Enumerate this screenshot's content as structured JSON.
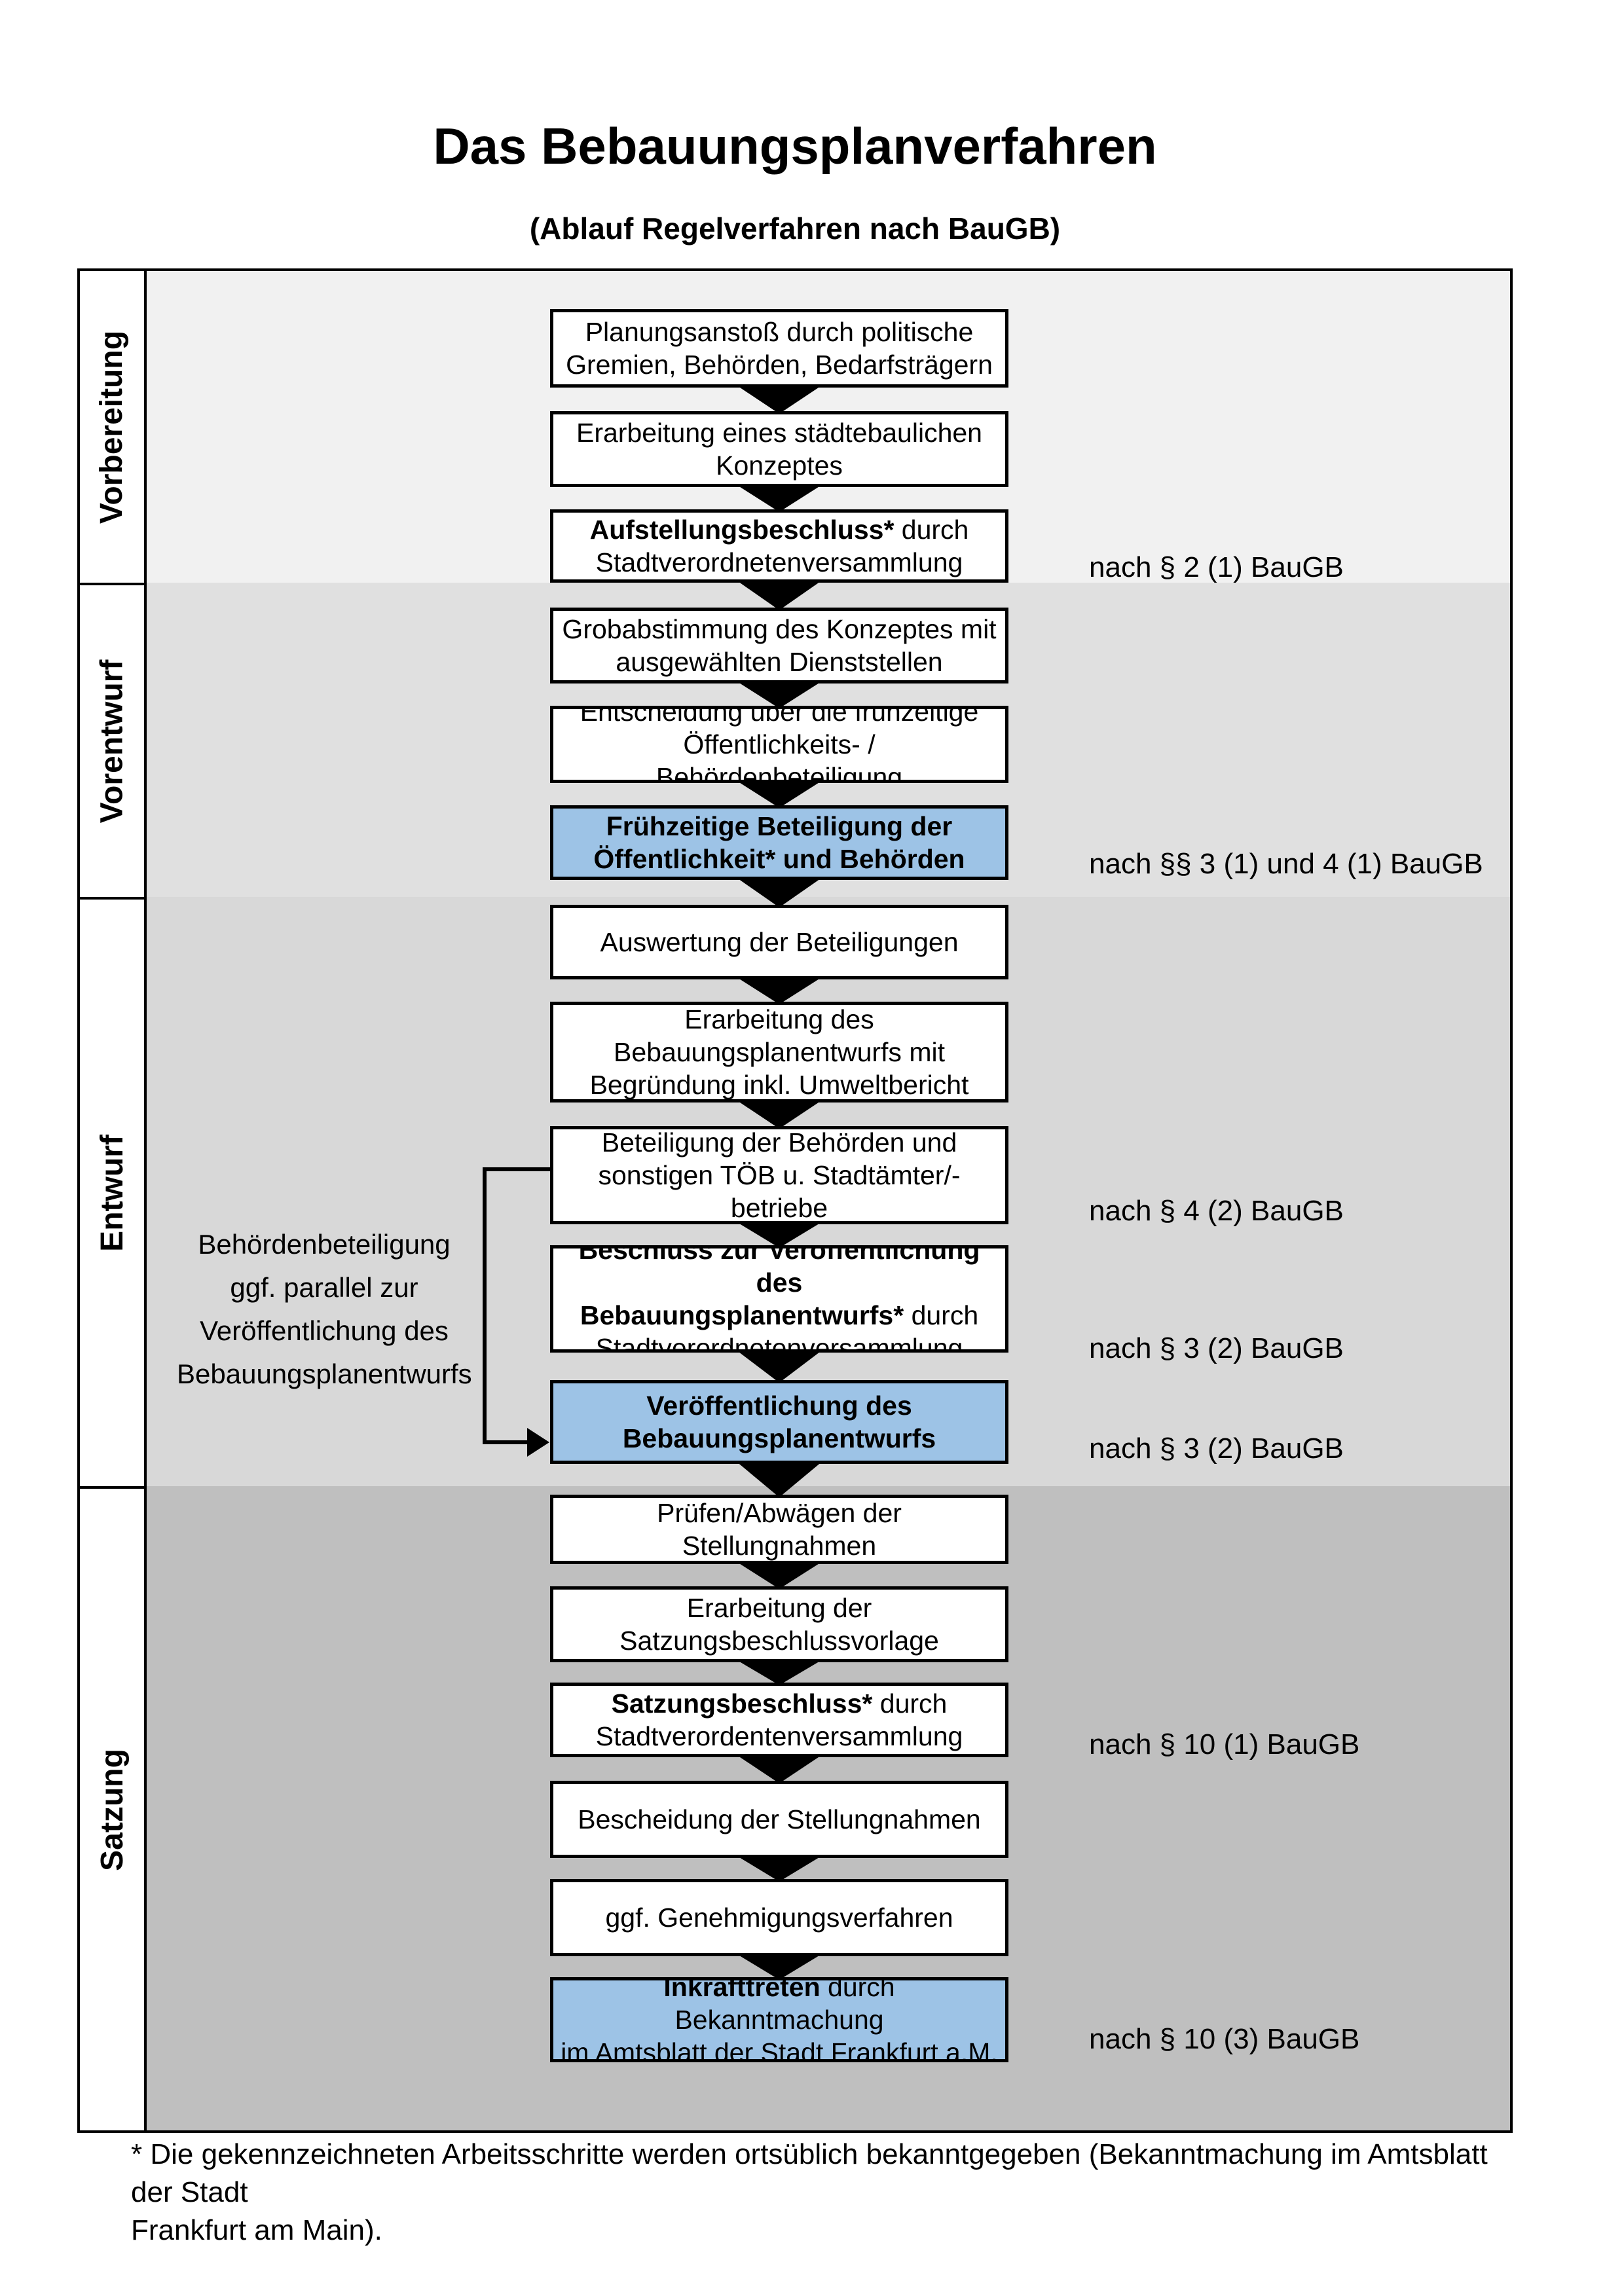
{
  "title": "Das Bebauungsplanverfahren",
  "subtitle": "(Ablauf Regelverfahren nach BauGB)",
  "phases": [
    {
      "label": "Vorbereitung",
      "fill": "#F1F1F1"
    },
    {
      "label": "Vorentwurf",
      "fill": "#E0E0E0"
    },
    {
      "label": "Entwurf",
      "fill": "#D8D8D8"
    },
    {
      "label": "Satzung",
      "fill": "#BFBFBF"
    }
  ],
  "boxes": [
    {
      "bold": "",
      "text": "Planungsanstoß durch politische\nGremien, Behörden, Bedarfsträgern",
      "highlighted": false
    },
    {
      "bold": "",
      "text": "Erarbeitung eines städtebaulichen\nKonzeptes",
      "highlighted": false
    },
    {
      "bold": "Aufstellungsbeschluss*",
      "text": " durch\nStadtverordnetenversammlung",
      "highlighted": false
    },
    {
      "bold": "",
      "text": "Grobabstimmung des Konzeptes mit\nausgewählten Dienststellen",
      "highlighted": false
    },
    {
      "bold": "",
      "text": "Entscheidung über die frühzeitige\nÖffentlichkeits- / Behördenbeteiligung",
      "highlighted": false
    },
    {
      "bold": "Frühzeitige Beteiligung der\nÖffentlichkeit* und Behörden",
      "text": "",
      "highlighted": true
    },
    {
      "bold": "",
      "text": "Auswertung der Beteiligungen",
      "highlighted": false
    },
    {
      "bold": "",
      "text": "Erarbeitung des\nBebauungsplanentwurfs mit\nBegründung inkl. Umweltbericht",
      "highlighted": false
    },
    {
      "bold": "",
      "text": "Beteiligung der Behörden und\nsonstigen TÖB u. Stadtämter/-betriebe",
      "highlighted": false
    },
    {
      "bold": "Beschluss zur Veröffentlichung des\nBebauungsplanentwurfs*",
      "text": " durch\nStadtverordnetenversammlung",
      "highlighted": false
    },
    {
      "bold": "Veröffentlichung des\nBebauungsplanentwurfs",
      "text": "",
      "highlighted": true
    },
    {
      "bold": "",
      "text": "Prüfen/Abwägen der Stellungnahmen",
      "highlighted": false
    },
    {
      "bold": "",
      "text": "Erarbeitung der\nSatzungsbeschlussvorlage",
      "highlighted": false
    },
    {
      "bold": "Satzungsbeschluss*",
      "text": " durch\nStadtverordentenversammlung",
      "highlighted": false
    },
    {
      "bold": "",
      "text": "Bescheidung der Stellungnahmen",
      "highlighted": false
    },
    {
      "bold": "",
      "text": "ggf. Genehmigungsverfahren",
      "highlighted": false
    },
    {
      "bold": "Inkrafttreten",
      "text": " durch Bekanntmachung\nim Amtsblatt der Stadt Frankfurt a.M.",
      "highlighted": true
    }
  ],
  "side_note": "Behördenbeteiligung\nggf. parallel zur\nVeröffentlichung des\nBebauungsplanentwurfs",
  "legal_refs": [
    "nach § 2 (1) BauGB",
    "nach §§ 3 (1) und 4 (1) BauGB",
    "nach § 4 (2) BauGB",
    "nach § 3 (2) BauGB",
    "nach § 3 (2) BauGB",
    "nach § 10 (1) BauGB",
    "nach § 10 (3) BauGB"
  ],
  "footnote": "* Die gekennzeichneten Arbeitsschritte werden ortsüblich bekanntgegeben (Bekanntmachung im Amtsblatt  der Stadt\nFrankfurt am Main).",
  "colors": {
    "highlight_blue": "#9DC3E6",
    "box_white": "#FFFFFF",
    "line_black": "#000000"
  }
}
